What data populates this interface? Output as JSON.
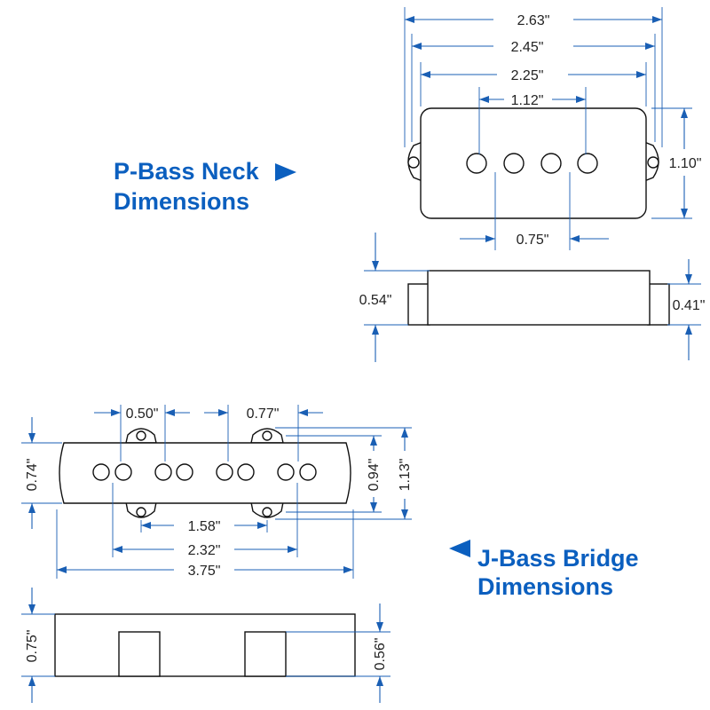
{
  "p_bass": {
    "caption_line1": "P-Bass Neck",
    "caption_line2": "Dimensions",
    "dims": {
      "d263": "2.63\"",
      "d245": "2.45\"",
      "d225": "2.25\"",
      "d112": "1.12\"",
      "d110": "1.10\"",
      "d075": "0.75\"",
      "d054": "0.54\"",
      "d041": "0.41\""
    }
  },
  "j_bass": {
    "caption_line1": "J-Bass Bridge",
    "caption_line2": "Dimensions",
    "dims": {
      "d050": "0.50\"",
      "d077": "0.77\"",
      "d074": "0.74\"",
      "d094": "0.94\"",
      "d113": "1.13\"",
      "d158": "1.58\"",
      "d232": "2.32\"",
      "d375": "3.75\"",
      "d075s": "0.75\"",
      "d056": "0.56\""
    }
  },
  "colors": {
    "accent": "#0b5fbf",
    "dimension_line": "#1a5fb4",
    "outline": "#111111"
  }
}
